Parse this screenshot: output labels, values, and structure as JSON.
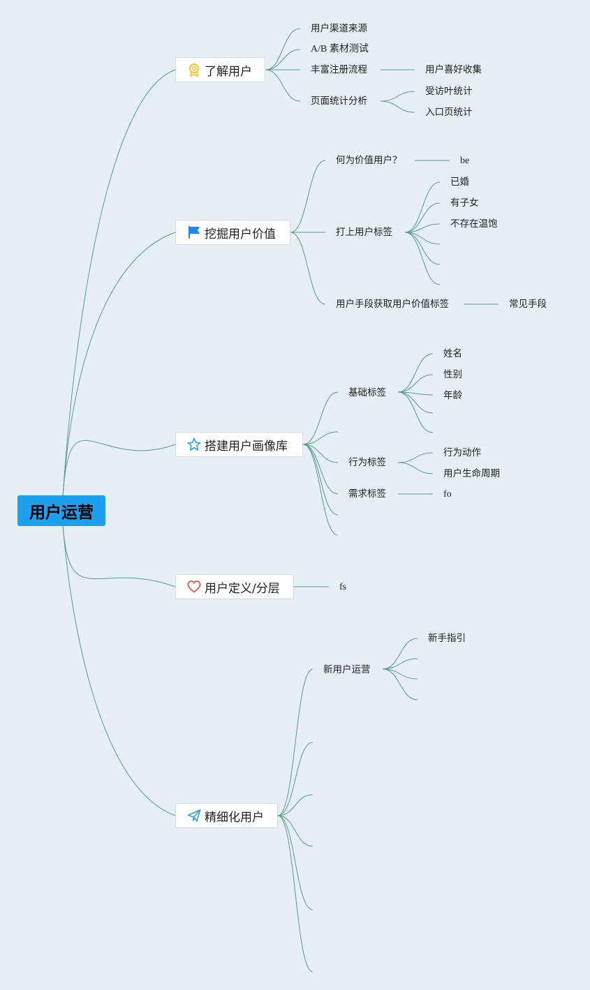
{
  "root": {
    "label": "用户运营"
  },
  "branches": [
    {
      "id": "b1",
      "label": "了解用户",
      "icon": "award-icon",
      "children": [
        {
          "label": "用户渠道来源"
        },
        {
          "label": "A/B 素材测试"
        },
        {
          "label": "丰富注册流程",
          "children": [
            {
              "label": "用户喜好收集"
            }
          ]
        },
        {
          "label": "页面统计分析",
          "children": [
            {
              "label": "受访叶统计"
            },
            {
              "label": "入口页统计"
            }
          ]
        }
      ]
    },
    {
      "id": "b2",
      "label": "挖掘用户价值",
      "icon": "flag-icon",
      "children": [
        {
          "label": "何为价值用户？",
          "children": [
            {
              "label": "be"
            }
          ]
        },
        {
          "label": "打上用户标签",
          "children": [
            {
              "label": "已婚"
            },
            {
              "label": "有子女"
            },
            {
              "label": "不存在温饱"
            },
            {
              "label": ""
            },
            {
              "label": ""
            },
            {
              "label": ""
            }
          ]
        },
        {
          "label": "用户手段获取用户价值标签",
          "children": [
            {
              "label": "常见手段"
            }
          ]
        }
      ]
    },
    {
      "id": "b3",
      "label": "搭建用户画像库",
      "icon": "star-icon",
      "children": [
        {
          "label": "基础标签",
          "children": [
            {
              "label": "姓名"
            },
            {
              "label": "性别"
            },
            {
              "label": "年龄"
            },
            {
              "label": ""
            },
            {
              "label": ""
            }
          ]
        },
        {
          "label": ""
        },
        {
          "label": "行为标签",
          "children": [
            {
              "label": "行为动作"
            },
            {
              "label": "用户生命周期"
            }
          ]
        },
        {
          "label": "需求标签",
          "children": [
            {
              "label": "fo"
            }
          ]
        },
        {
          "label": ""
        },
        {
          "label": ""
        }
      ]
    },
    {
      "id": "b4",
      "label": "用户定义/分层",
      "icon": "heart-icon",
      "children": [
        {
          "label": "fs"
        }
      ]
    },
    {
      "id": "b5",
      "label": "精细化用户",
      "icon": "paper-plane-icon",
      "children": [
        {
          "label": "新用户运营",
          "children": [
            {
              "label": "新手指引"
            },
            {
              "label": ""
            },
            {
              "label": ""
            },
            {
              "label": ""
            }
          ]
        },
        {
          "label": ""
        },
        {
          "label": ""
        },
        {
          "label": ""
        },
        {
          "label": ""
        },
        {
          "label": ""
        }
      ]
    }
  ],
  "colors": {
    "root_bg": "#1ea0f0",
    "link": "#5a9a8c",
    "background": "#e6eff3",
    "award": "#f2c230",
    "flag": "#1e88e5",
    "star": "#2f9ee6",
    "heart": "#e0503c",
    "plane": "#2f9ee6"
  }
}
